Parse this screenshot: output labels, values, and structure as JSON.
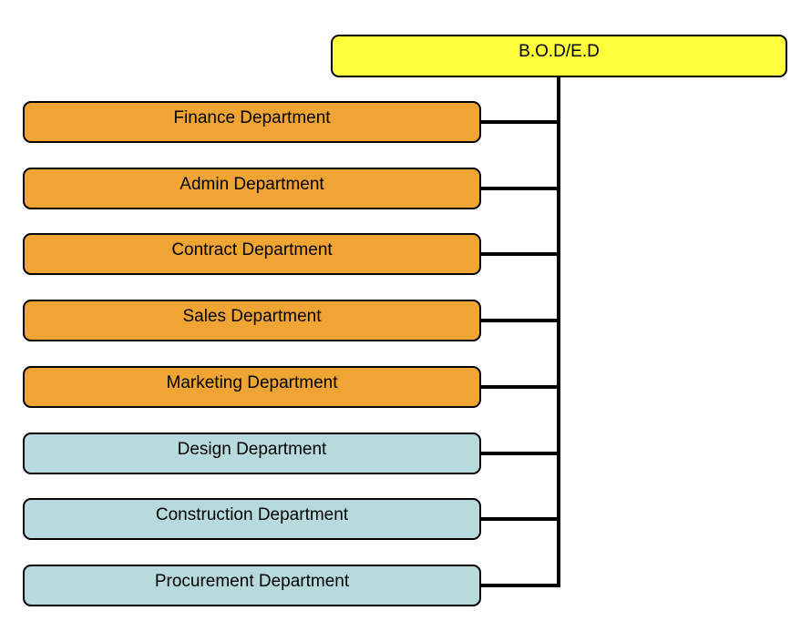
{
  "root": {
    "label": "B.O.D/E.D",
    "color": "#FFFF3C"
  },
  "departments": [
    {
      "label": "Finance Department",
      "color": "#F0A433"
    },
    {
      "label": "Admin Department",
      "color": "#F0A433"
    },
    {
      "label": "Contract Department",
      "color": "#F0A433"
    },
    {
      "label": "Sales Department",
      "color": "#F0A433"
    },
    {
      "label": "Marketing Department",
      "color": "#F0A433"
    },
    {
      "label": "Design Department",
      "color": "#B7DBDD"
    },
    {
      "label": "Construction Department",
      "color": "#B7DBDD"
    },
    {
      "label": "Procurement Department",
      "color": "#B7DBDD"
    }
  ],
  "colors": {
    "line": "#000000",
    "border": "#000000",
    "background": "#FFFFFF"
  }
}
